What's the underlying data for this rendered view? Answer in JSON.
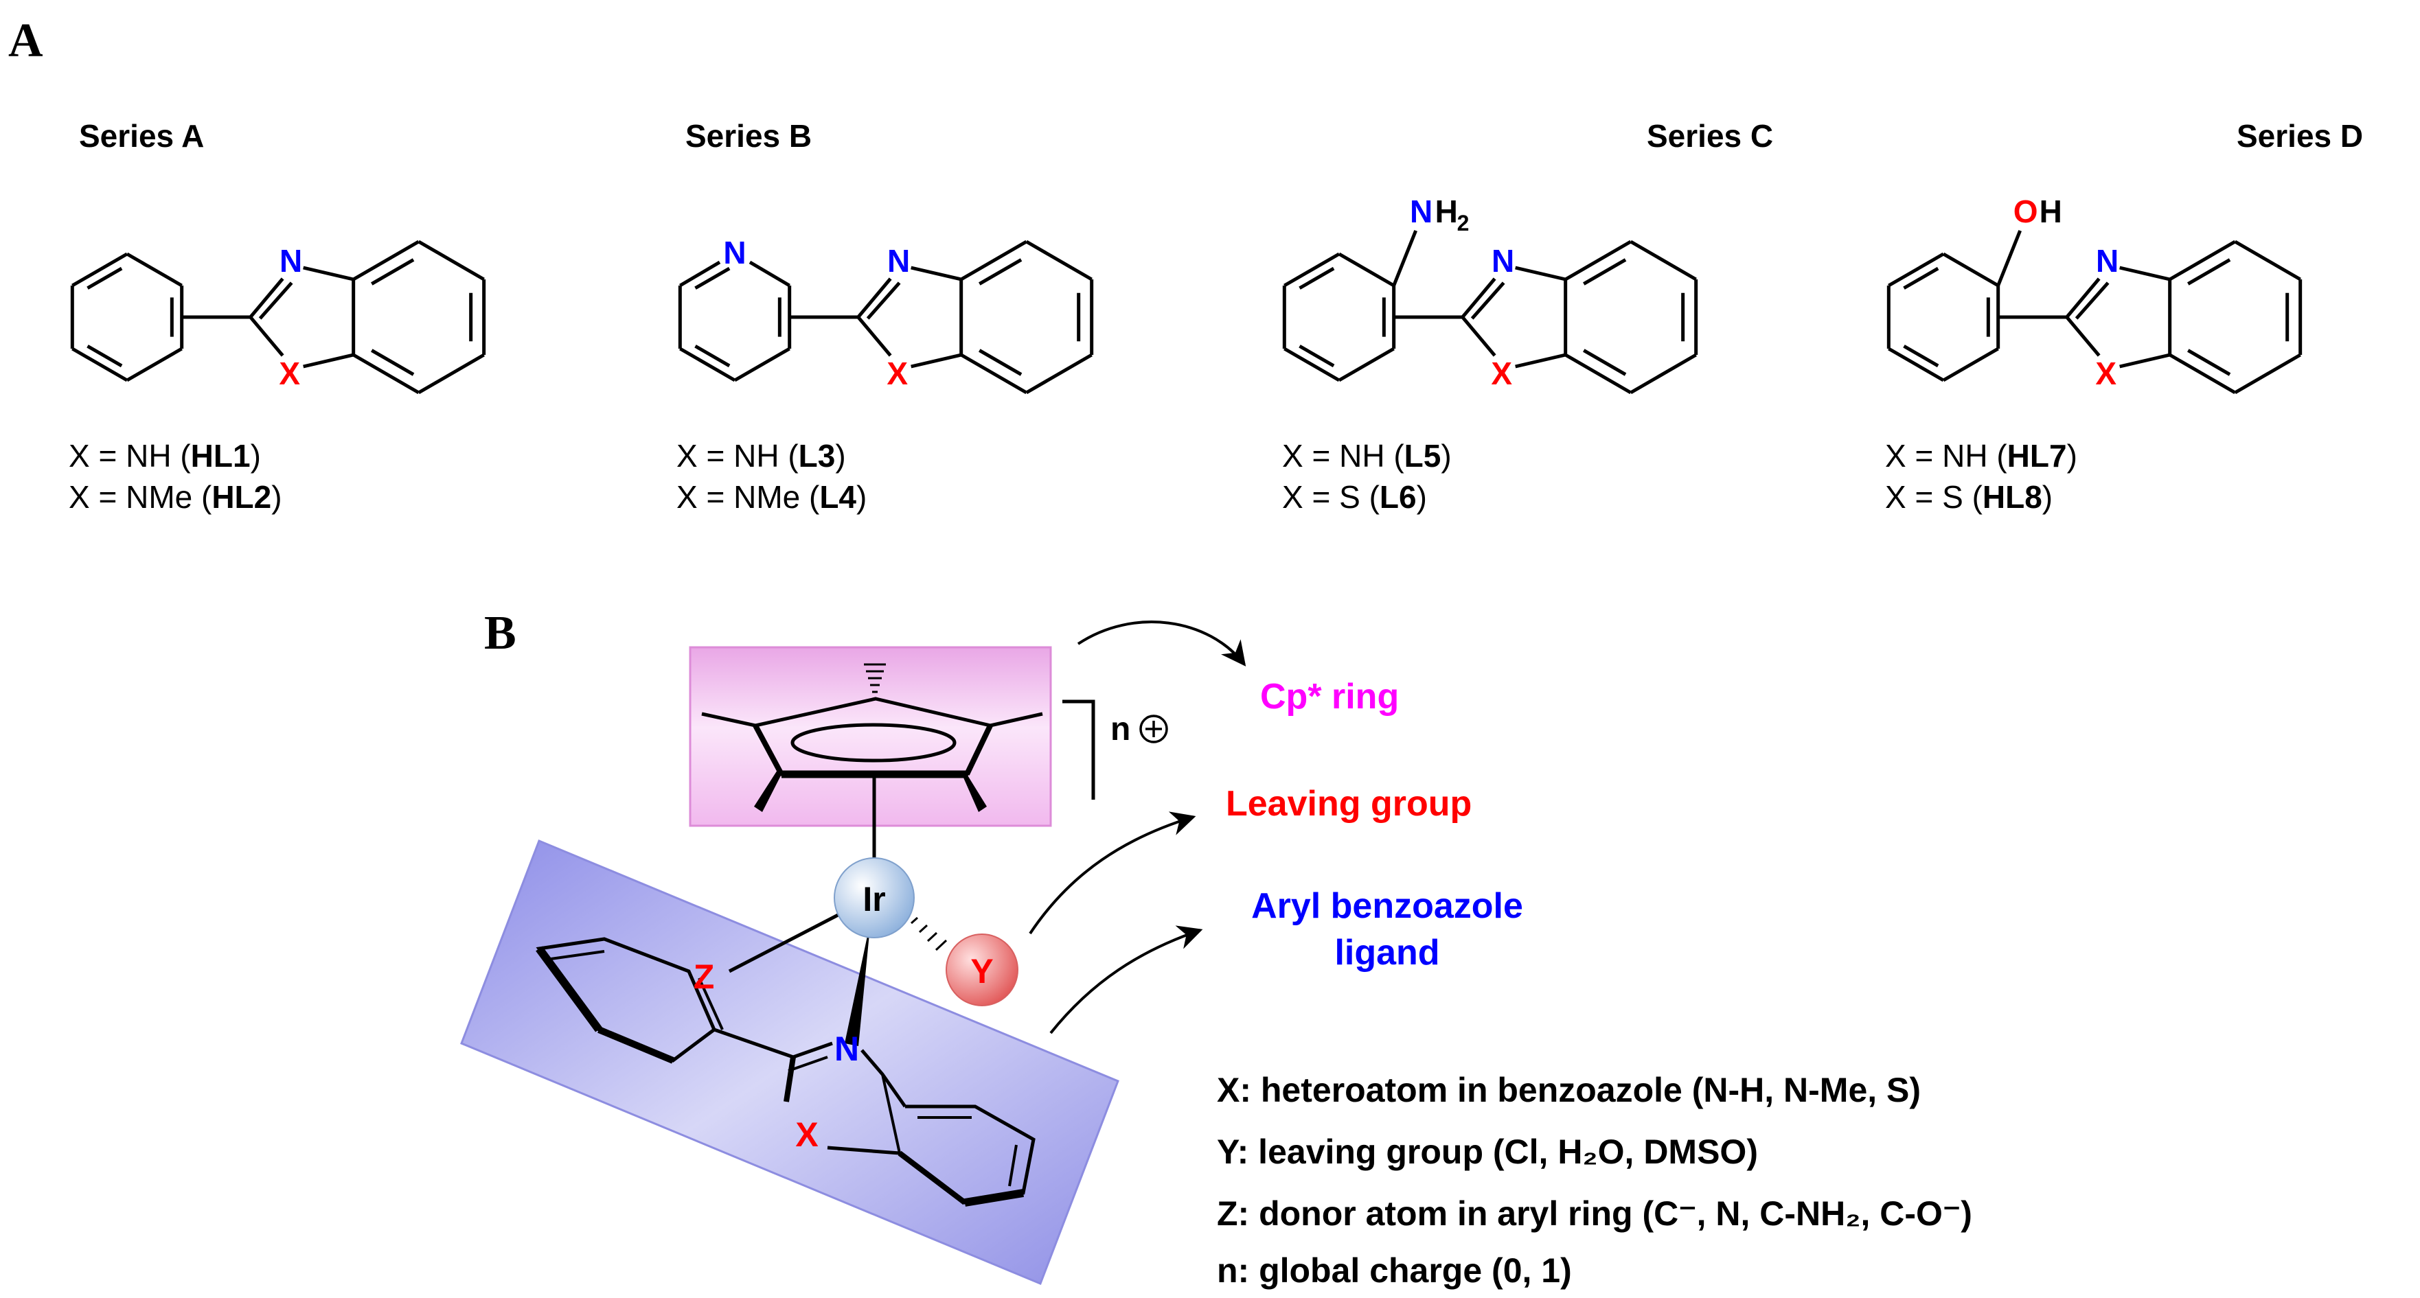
{
  "panel_a": {
    "label": "A",
    "series": [
      {
        "title": "Series A",
        "lines": [
          {
            "text": "X = NH  (",
            "bold": "HL1",
            "end": ")"
          },
          {
            "text": "X = NMe  (",
            "bold": "HL2",
            "end": ")"
          }
        ]
      },
      {
        "title": "Series B",
        "lines": [
          {
            "text": "X = NH  (",
            "bold": "L3",
            "end": ")"
          },
          {
            "text": "X = NMe  (",
            "bold": "L4",
            "end": ")"
          }
        ]
      },
      {
        "title": "Series C",
        "substituent": "NH",
        "substituent_sub": "2",
        "lines": [
          {
            "text": "X = NH  (",
            "bold": "L5",
            "end": ")"
          },
          {
            "text": "X = S  (",
            "bold": "L6",
            "end": ")"
          }
        ]
      },
      {
        "title": "Series D",
        "substituent": "OH",
        "lines": [
          {
            "text": "X = NH  (",
            "bold": "HL7",
            "end": ")"
          },
          {
            "text": "X = S  (",
            "bold": "HL8",
            "end": ")"
          }
        ]
      }
    ],
    "atoms": {
      "n": "N",
      "x": "X",
      "o": "O",
      "h": "H"
    }
  },
  "panel_b": {
    "label": "B",
    "charge": "n",
    "metal": "Ir",
    "y_atom": "Y",
    "z_atom": "Z",
    "n_atom": "N",
    "x_atom": "X",
    "callouts": {
      "cp_ring": "Cp* ring",
      "leaving_group": "Leaving group",
      "ligand_line1": "Aryl benzoazole",
      "ligand_line2": "ligand"
    },
    "legend": [
      "X: heteroatom in benzoazole (N-H, N-Me, S)",
      "Y: leaving group (Cl, H₂O, DMSO)",
      "Z: donor atom in aryl ring (C⁻, N, C-NH₂, C-O⁻)",
      "n: global charge (0, 1)"
    ]
  },
  "colors": {
    "red": "#ff0000",
    "blue": "#0000ff",
    "magenta": "#ff00ff",
    "cp_box": "#f2b8ee",
    "ligand_box": "#8f8fe6",
    "ir_sphere": "#b9d2ee",
    "y_sphere": "#f08080"
  }
}
